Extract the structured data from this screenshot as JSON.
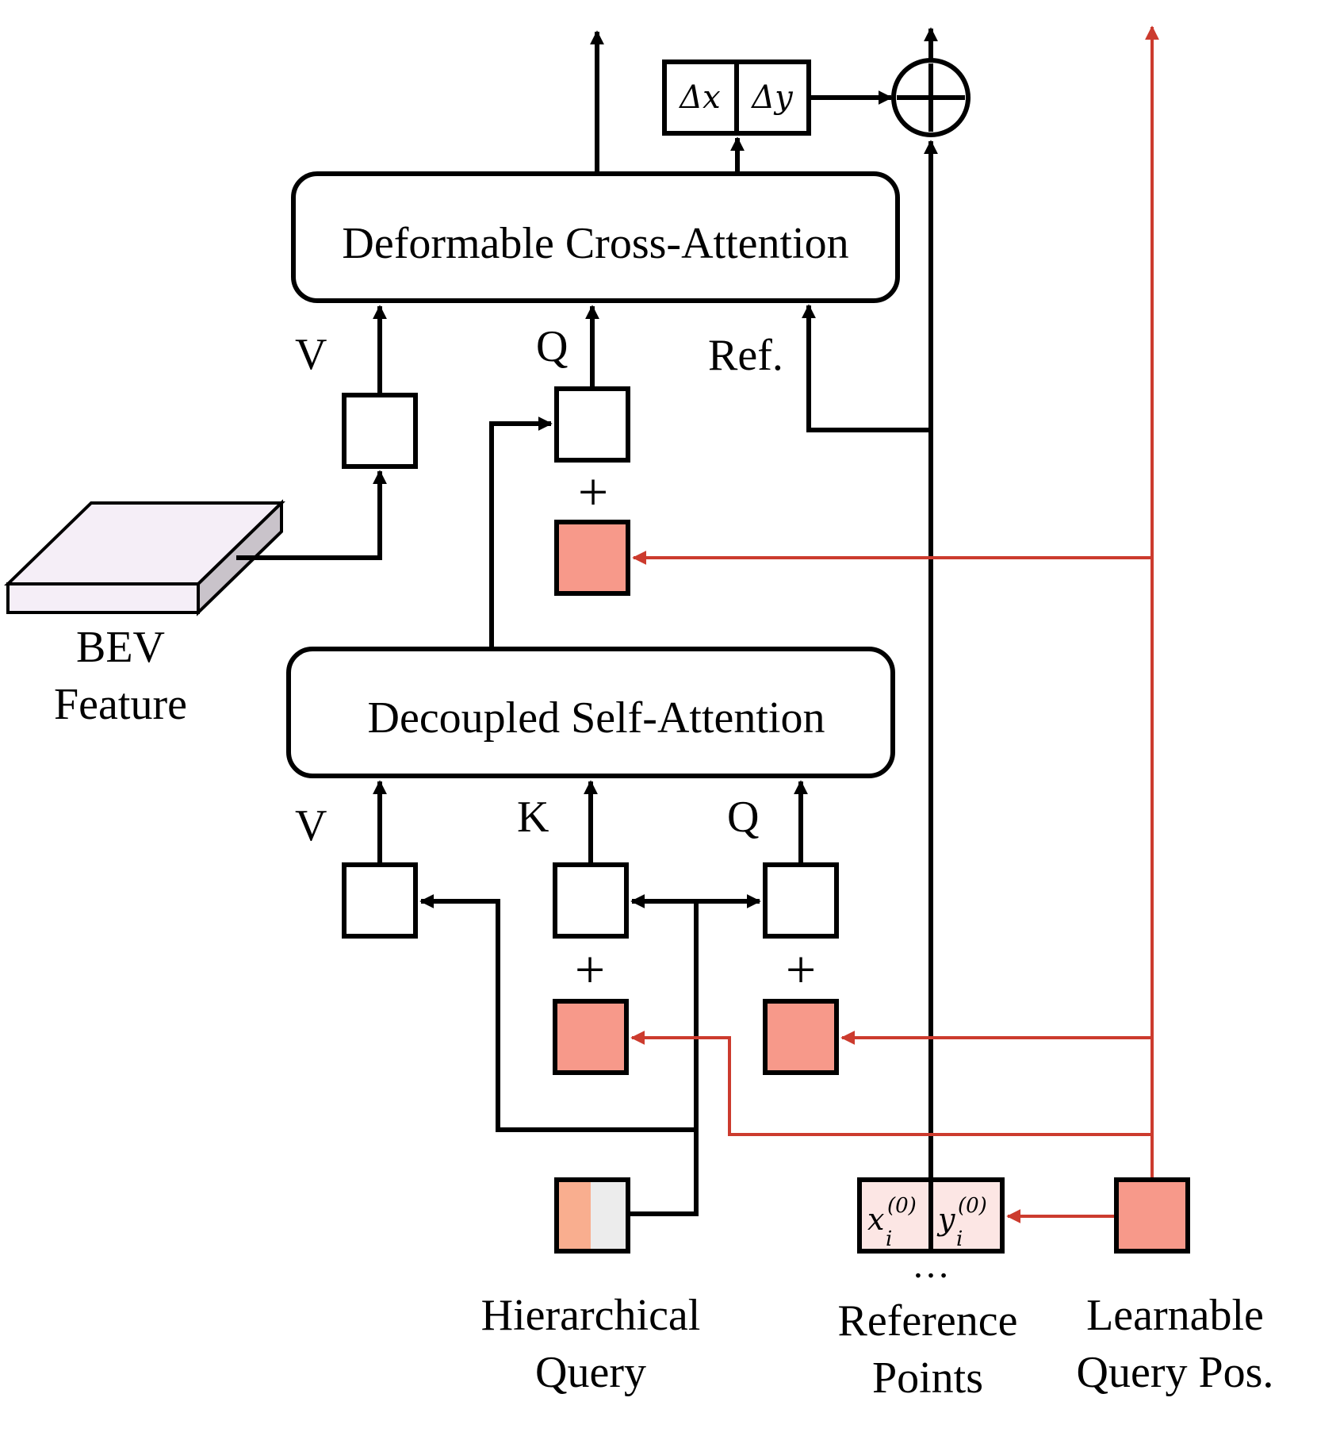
{
  "modules": {
    "cross_attention": "Deformable Cross-Attention",
    "self_attention": "Decoupled Self-Attention"
  },
  "cross_attention_inputs": {
    "v": "V",
    "q": "Q",
    "ref": "Ref."
  },
  "self_attention_inputs": {
    "v": "V",
    "k": "K",
    "q": "Q"
  },
  "plus_sign": "+",
  "offset_box": {
    "dx": "Δx",
    "dy": "Δy"
  },
  "ref_point_box": {
    "x": "x",
    "y": "y",
    "sub": "i",
    "sup": "(0)",
    "ellipsis": "…"
  },
  "inputs": {
    "bev_line1": "BEV",
    "bev_line2": "Feature",
    "hq_line1": "Hierarchical",
    "hq_line2": "Query",
    "ref_line1": "Reference",
    "ref_line2": "Points",
    "lqp_line1": "Learnable",
    "lqp_line2": "Query Pos."
  },
  "colors": {
    "line": "#000000",
    "positional_path": "#cc3b2e",
    "positional_box": "#f7998a",
    "bev_top": "#f5eef7",
    "bev_side": "#c9c3ca",
    "query_orange": "#f9ae8f",
    "query_gray": "#ececec",
    "ref_box_fill": "#fce6e4"
  }
}
